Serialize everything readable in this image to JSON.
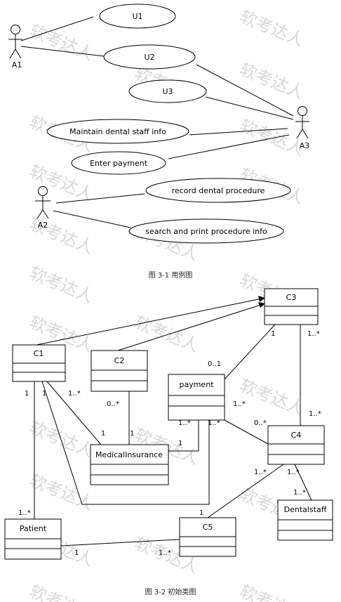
{
  "watermark": "软考达人",
  "use_case_diagram": {
    "caption": "图 3-1 用例图",
    "actors": {
      "a1": "A1",
      "a2": "A2",
      "a3": "A3"
    },
    "use_cases": {
      "u1": "U1",
      "u2": "U2",
      "u3": "U3",
      "maintain_staff": "Maintain dental staff info",
      "enter_payment": "Enter payment",
      "record_procedure": "record dental procedure",
      "search_print": "search and print procedure info"
    }
  },
  "class_diagram": {
    "caption": "图 3-2 初始类图",
    "classes": {
      "c1": "C1",
      "c2": "C2",
      "c3": "C3",
      "c4": "C4",
      "c5": "C5",
      "payment": "payment",
      "medical_insurance": "MedicalInsurance",
      "patient": "Patient",
      "dentalstaff": "Dentalstaff"
    },
    "multiplicities": {
      "c3_bottom_left": "1",
      "c3_bottom_right": "1..*",
      "payment_top": "0..1",
      "c1_left": "1",
      "c1_mid": "1",
      "c1_right": "1..*",
      "c2_bottom": "0..*",
      "mi_left": "1",
      "mi_mid": "1",
      "mi_right": "1",
      "payment_right": "1..*",
      "payment_bottom_left": "1..*",
      "payment_bottom_right": "1..*",
      "c4_left": "0..*",
      "c4_top": "1..*",
      "c4_bottom_left": "1..*",
      "c4_bottom_right": "1..*",
      "dentalstaff_top": "1..*",
      "c5_top": "1",
      "patient_top": "1..*",
      "patient_right": "1",
      "c5_left": "1..*"
    }
  }
}
